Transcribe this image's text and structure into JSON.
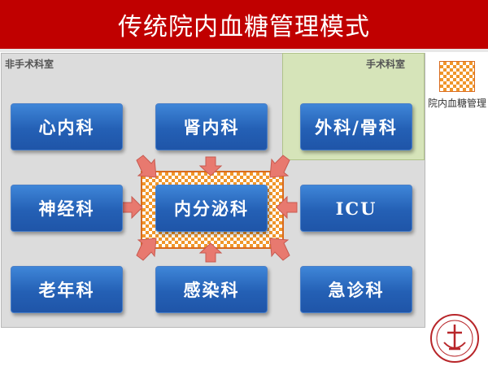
{
  "title": "传统院内血糖管理模式",
  "regions": {
    "non_surgical": "非手术科室",
    "surgical": "手术科室"
  },
  "departments": {
    "cardiology": "心内科",
    "nephrology": "肾内科",
    "surgery_orthopedics": "外科/骨科",
    "neurology": "神经科",
    "endocrinology": "内分泌科",
    "icu": "ICU",
    "geriatrics": "老年科",
    "infectious": "感染科",
    "emergency": "急诊科"
  },
  "legend": {
    "label": "院内血糖管理"
  },
  "colors": {
    "title_bar": "#c00000",
    "department_button": "#2a66bd",
    "non_surgical_bg": "#dcdcdc",
    "surgical_bg": "#d6e4b9",
    "arrow": "#e8796f",
    "checker": "#f0962a"
  }
}
